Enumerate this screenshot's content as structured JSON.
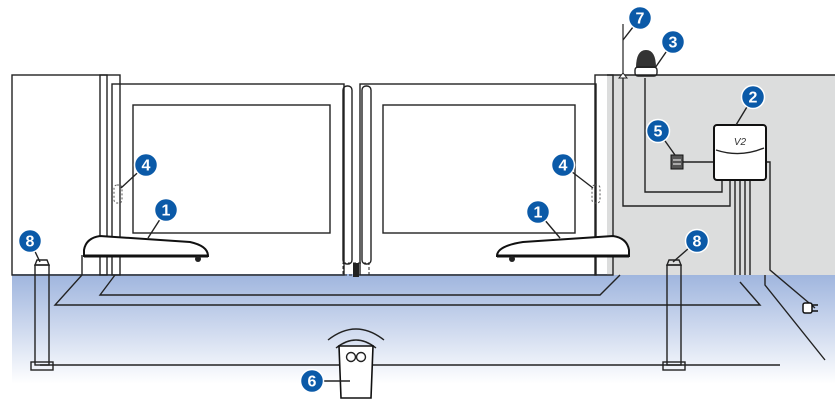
{
  "title": "Swing gate automation installation diagram",
  "callouts": [
    {
      "id": "operator-left",
      "label": "1"
    },
    {
      "id": "operator-right",
      "label": "1"
    },
    {
      "id": "control-unit",
      "label": "2"
    },
    {
      "id": "flashing-light",
      "label": "3"
    },
    {
      "id": "limit-left",
      "label": "4"
    },
    {
      "id": "limit-right",
      "label": "4"
    },
    {
      "id": "key-selector",
      "label": "5"
    },
    {
      "id": "remote",
      "label": "6"
    },
    {
      "id": "antenna",
      "label": "7"
    },
    {
      "id": "photocell-left",
      "label": "8"
    },
    {
      "id": "photocell-right",
      "label": "8"
    }
  ],
  "logo_text": "V2",
  "colors": {
    "callout": "#0b5aa8",
    "gate": "#b9c9e7",
    "wall": "#dcdddd",
    "ground": "#a9bde2"
  }
}
